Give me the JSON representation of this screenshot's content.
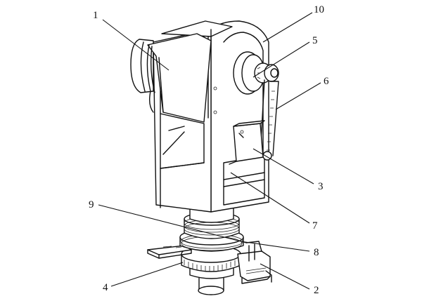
{
  "labels": [
    {
      "id": "1",
      "text": "1"
    },
    {
      "id": "10",
      "text": "10"
    },
    {
      "id": "5",
      "text": "5"
    },
    {
      "id": "6",
      "text": "6"
    },
    {
      "id": "3",
      "text": "3"
    },
    {
      "id": "7",
      "text": "7"
    },
    {
      "id": "9",
      "text": "9"
    },
    {
      "id": "8",
      "text": "8"
    },
    {
      "id": "4",
      "text": "4"
    },
    {
      "id": "2",
      "text": "2"
    }
  ]
}
